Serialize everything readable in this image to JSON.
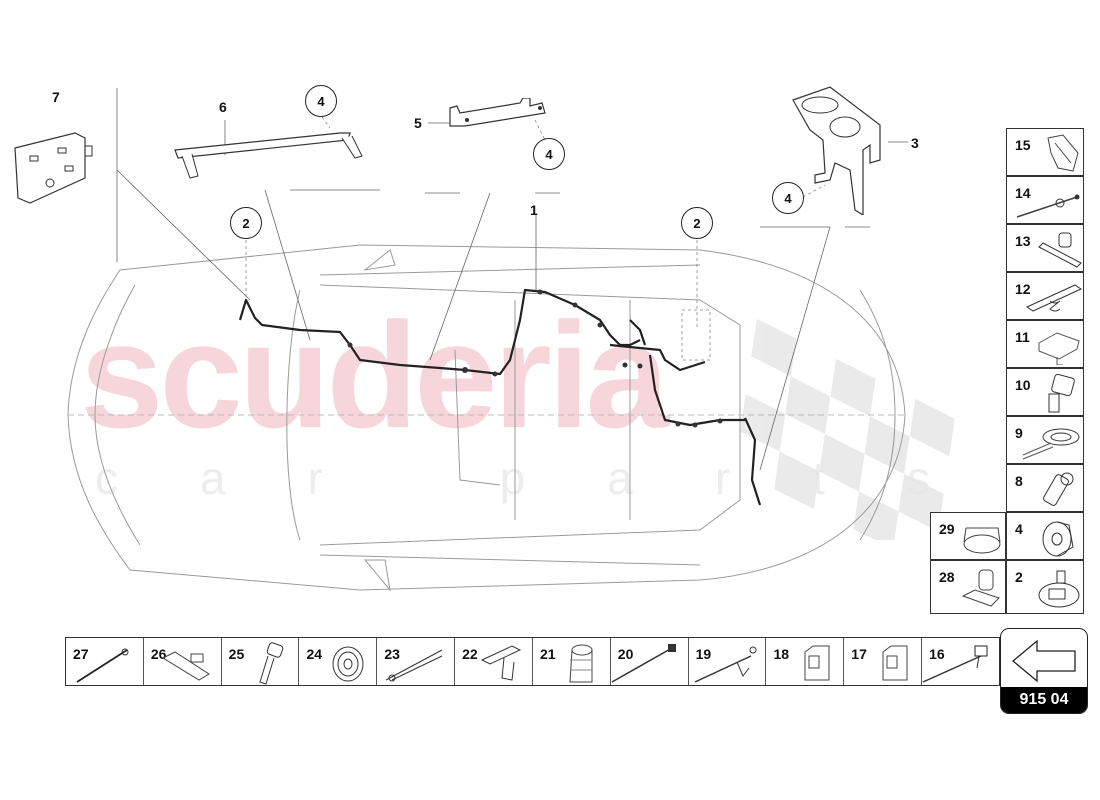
{
  "diagram": {
    "title_code": "915 04",
    "watermark": {
      "main": "scuderia",
      "sub": "car parts",
      "main_color": "#f4c9cf"
    },
    "main_parts": [
      {
        "id": "7",
        "label": "7",
        "desc": "control unit bracket"
      },
      {
        "id": "6",
        "label": "6",
        "desc": "long bracket rail"
      },
      {
        "id": "5",
        "label": "5",
        "desc": "short bracket"
      },
      {
        "id": "3",
        "label": "3",
        "desc": "mounting bracket"
      },
      {
        "id": "1",
        "label": "1",
        "desc": "wiring harness"
      }
    ],
    "callouts": [
      {
        "label": "4",
        "pos": "near part 6"
      },
      {
        "label": "4",
        "pos": "near part 5"
      },
      {
        "label": "4",
        "pos": "near part 3"
      },
      {
        "label": "2",
        "pos": "front harness"
      },
      {
        "label": "2",
        "pos": "rear harness"
      }
    ],
    "side_column": [
      "15",
      "14",
      "13",
      "12",
      "11",
      "10",
      "9",
      "8"
    ],
    "side_grid": [
      {
        "label": "29"
      },
      {
        "label": "4"
      },
      {
        "label": "28"
      },
      {
        "label": "2"
      }
    ],
    "bottom_strip": [
      "27",
      "26",
      "25",
      "24",
      "23",
      "22",
      "21",
      "20",
      "19",
      "18",
      "17",
      "16"
    ],
    "nav": {
      "icon": "arrow-left-icon",
      "code": "915 04"
    }
  }
}
